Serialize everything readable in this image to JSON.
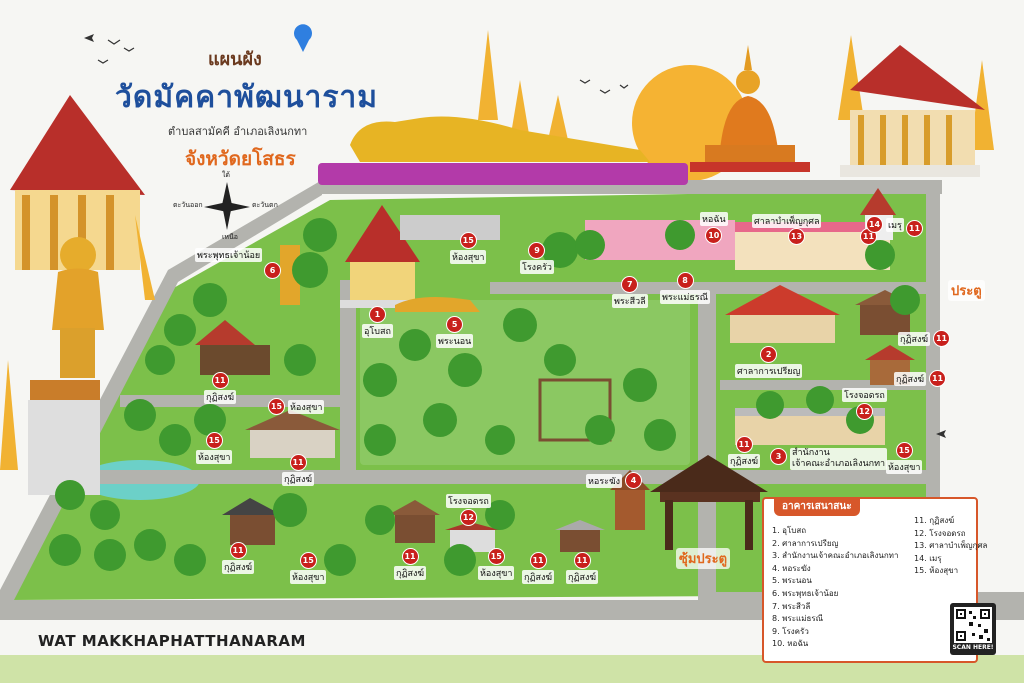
{
  "header": {
    "map_label": "แผนผัง",
    "temple_name": "วัดมัคคาพัฒนาราม",
    "subdistrict_district": "ตำบลสามัคคี อำเภอเลิงนกทา",
    "province": "จังหวัดยโสธร"
  },
  "compass": {
    "north": "ใต้",
    "south": "เหนือ",
    "west": "ตะวันออก",
    "east": "ตะวันตก"
  },
  "map_labels": [
    {
      "id": "l1",
      "num": "1",
      "text": "อุโบสถ"
    },
    {
      "id": "l2",
      "num": "2",
      "text": "ศาลาการเปรียญ"
    },
    {
      "id": "l3",
      "num": "3",
      "text": "สำนักงาน\nเจ้าคณะอำเภอเลิงนกทา"
    },
    {
      "id": "l4",
      "num": "4",
      "text": "หอระฆัง"
    },
    {
      "id": "l5",
      "num": "5",
      "text": "พระนอน"
    },
    {
      "id": "l6",
      "num": "6",
      "text": "พระพุทธเจ้าน้อย"
    },
    {
      "id": "l7",
      "num": "7",
      "text": "พระสีวลี"
    },
    {
      "id": "l8",
      "num": "8",
      "text": "พระแม่ธรณี"
    },
    {
      "id": "l9",
      "num": "9",
      "text": "โรงครัว"
    },
    {
      "id": "l10",
      "num": "10",
      "text": "หอฉัน"
    },
    {
      "id": "l11a",
      "num": "11",
      "text": "กุฏิสงฆ์"
    },
    {
      "id": "l11b",
      "num": "11",
      "text": "กุฏิสงฆ์"
    },
    {
      "id": "l11c",
      "num": "11",
      "text": "กุฏิสงฆ์"
    },
    {
      "id": "l11d",
      "num": "11",
      "text": "กุฏิสงฆ์"
    },
    {
      "id": "l11e",
      "num": "11",
      "text": "กุฏิสงฆ์"
    },
    {
      "id": "l11f",
      "num": "11",
      "text": "กุฏิสงฆ์"
    },
    {
      "id": "l11g",
      "num": "11",
      "text": "กุฏิสงฆ์"
    },
    {
      "id": "l11h",
      "num": "11",
      "text": "กุฏิสงฆ์"
    },
    {
      "id": "l11i",
      "num": "11",
      "text": "กุฏิสงฆ์"
    },
    {
      "id": "l11j",
      "num": "11",
      "text": "กุฏิสงฆ์"
    },
    {
      "id": "l11k",
      "num": "11",
      "text": "กุฏิสงฆ์"
    },
    {
      "id": "l12a",
      "num": "12",
      "text": "โรงจอดรถ"
    },
    {
      "id": "l12b",
      "num": "12",
      "text": "โรงจอดรถ"
    },
    {
      "id": "l13",
      "num": "13",
      "text": "ศาลาบำเพ็ญกุศล"
    },
    {
      "id": "l14",
      "num": "14",
      "text": "เมรุ"
    },
    {
      "id": "l15a",
      "num": "15",
      "text": "ห้องสุขา"
    },
    {
      "id": "l15b",
      "num": "15",
      "text": "ห้องสุขา"
    },
    {
      "id": "l15c",
      "num": "15",
      "text": "ห้องสุขา"
    },
    {
      "id": "l15d",
      "num": "15",
      "text": "ห้องสุขา"
    },
    {
      "id": "l15e",
      "num": "15",
      "text": "ห้องสุขา"
    },
    {
      "id": "l15f",
      "num": "15",
      "text": "ห้องสุขา"
    }
  ],
  "gates": {
    "east_gate": "ประตู",
    "arch_gate": "ซุ้มประตู"
  },
  "legend": {
    "title": "อาคารเสนาสนะ",
    "col1": [
      "1. อุโบสถ",
      "2. ศาลาการเปรียญ",
      "3. สำนักงานเจ้าคณะอำเภอเลิงนกทา",
      "4. หอระฆัง",
      "5. พระนอน",
      "6. พระพุทธเจ้าน้อย",
      "7. พระสีวลี",
      "8. พระแม่ธรณี",
      "9. โรงครัว",
      "10. หอฉัน"
    ],
    "col2": [
      "11. กุฏิสงฆ์",
      "12. โรงจอดรถ",
      "13. ศาลาบำเพ็ญกุศล",
      "14. เมรุ",
      "15. ห้องสุขา"
    ]
  },
  "footer_title": "WAT MAKKHAPHATTHANARAM",
  "qr_label": "SCAN HERE!",
  "colors": {
    "road": "#b3b3ae",
    "grass": "#7cc04a",
    "field": "#8bc862",
    "tree": "#3f9a2f",
    "gold": "#e9a82a",
    "accent": "#d7572a",
    "pin": "#c8201c",
    "title_blue": "#1e4f9c"
  }
}
